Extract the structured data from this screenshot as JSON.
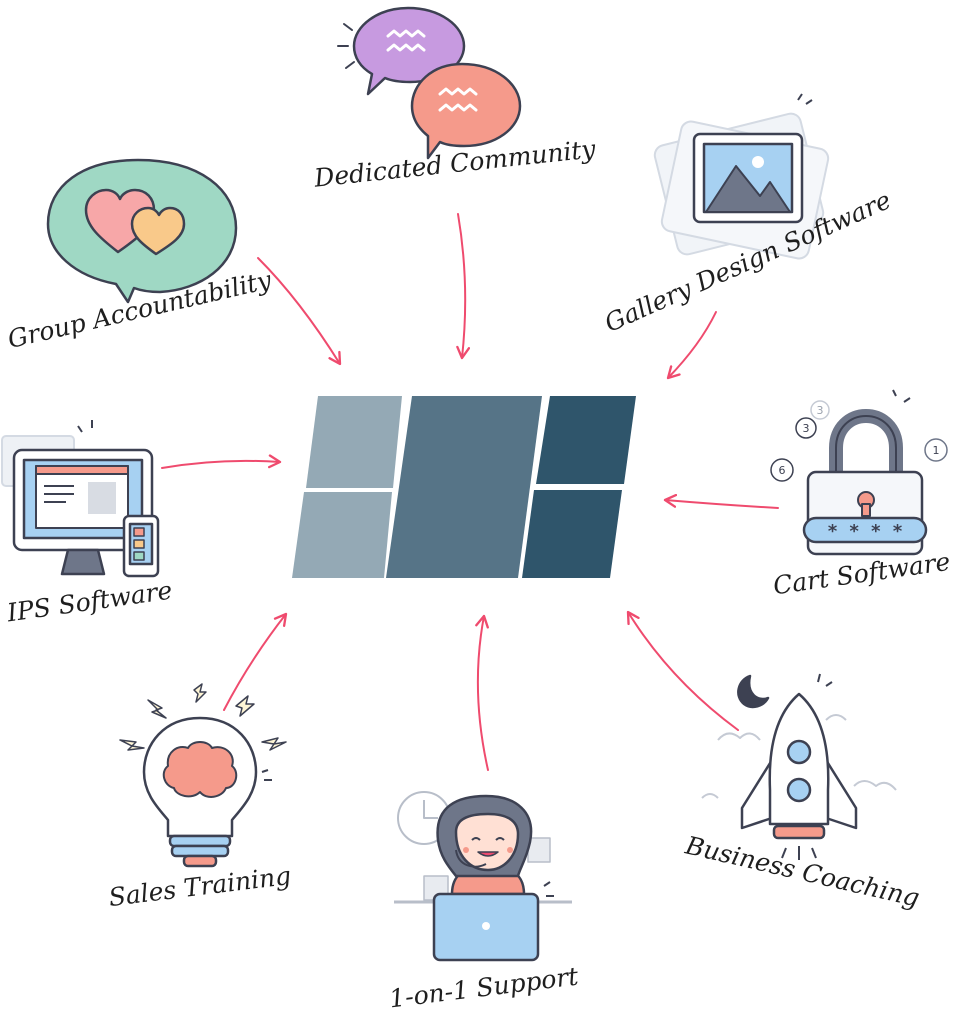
{
  "labels": {
    "dedicated_community": "Dedicated Community",
    "group_accountability": "Group Accountability",
    "gallery_design_software": "Gallery Design Software",
    "ips_software": "IPS Software",
    "cart_software": "Cart Software",
    "sales_training": "Sales Training",
    "one_on_one_support": "1-on-1 Support",
    "business_coaching": "Business Coaching"
  },
  "lock": {
    "code": "* * * *",
    "bubbles": [
      "3",
      "3",
      "1",
      "6"
    ]
  },
  "colors": {
    "arrow": "#ef4b6e",
    "logo_light": "#94a9b5",
    "logo_mid": "#567487",
    "logo_dark": "#2f556b",
    "outline": "#3d4152",
    "purple": "#c79ae0",
    "salmon": "#f59a8b",
    "mint": "#9fd8c4",
    "sky": "#a7d1f2"
  }
}
